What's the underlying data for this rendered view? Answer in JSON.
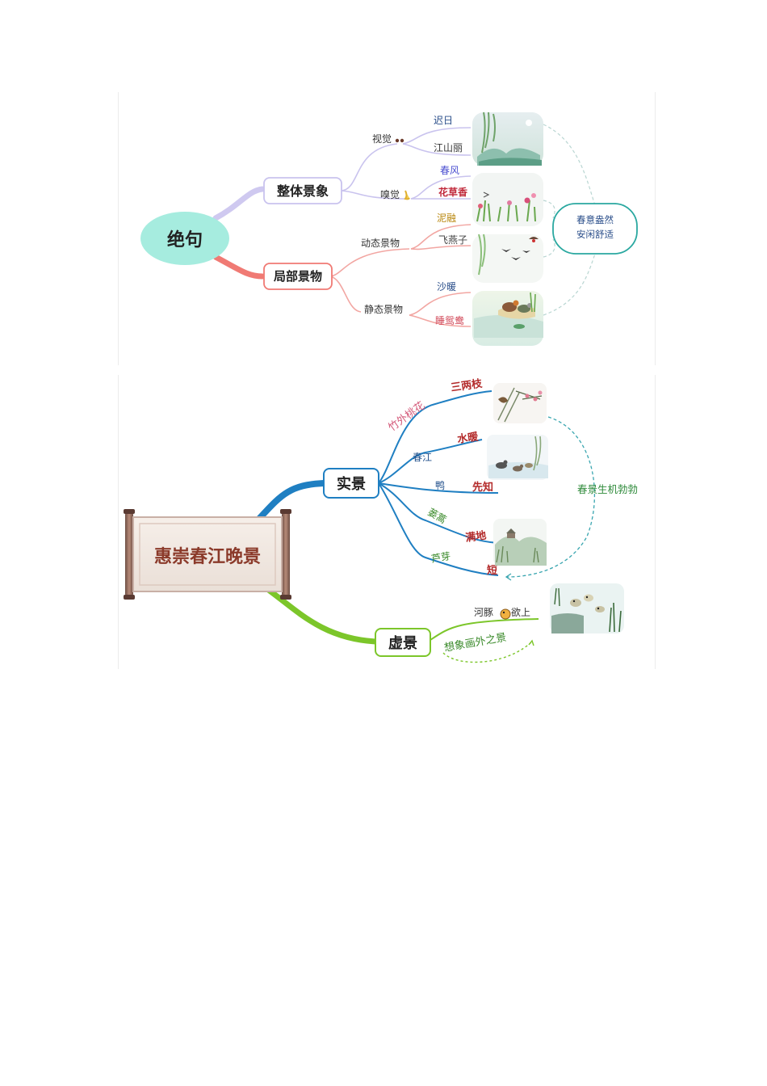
{
  "map1": {
    "root": "绝句",
    "branch_whole": "整体景象",
    "branch_local": "局部景物",
    "sub_visual": "视觉",
    "sub_smell": "嗅觉",
    "sub_dynamic": "动态景物",
    "sub_static": "静态景物",
    "leaf_chiri": "迟日",
    "leaf_jiangshanli": "江山丽",
    "leaf_chunfeng": "春风",
    "leaf_huacaoxiang": "花草香",
    "leaf_nirong": "泥融",
    "leaf_feiyanzi": "飞燕子",
    "leaf_shanuan": "沙暖",
    "leaf_shuiyuanyang": "睡鸳鸯",
    "summary_line1": "春意盎然",
    "summary_line2": "安闲舒适",
    "colors": {
      "root_fill": "#a6ecdf",
      "whole_branch": "#c9c3ee",
      "local_branch": "#f07a74",
      "summary_border": "#2aa8a0"
    }
  },
  "map2": {
    "root": "惠崇春江晚景",
    "branch_real": "实景",
    "branch_virtual": "虚景",
    "sub_zhuwai": "竹外桃花",
    "leaf_sanliangzhi": "三两枝",
    "sub_chunjiang": "春江",
    "leaf_shuinuan": "水暖",
    "sub_ya": "鸭",
    "leaf_xianzhi": "先知",
    "sub_louhao": "蒌蒿",
    "leaf_mandi": "满地",
    "sub_luya": "芦芽",
    "leaf_duan": "短",
    "leaf_hetun_left": "河豚",
    "leaf_hetun_right": "欲上",
    "note_imagine": "想象画外之景",
    "summary": "春景生机勃勃",
    "colors": {
      "real_branch": "#1f7fc2",
      "virtual_branch": "#7cc62a",
      "scroll_text": "#8b3a2a"
    }
  }
}
